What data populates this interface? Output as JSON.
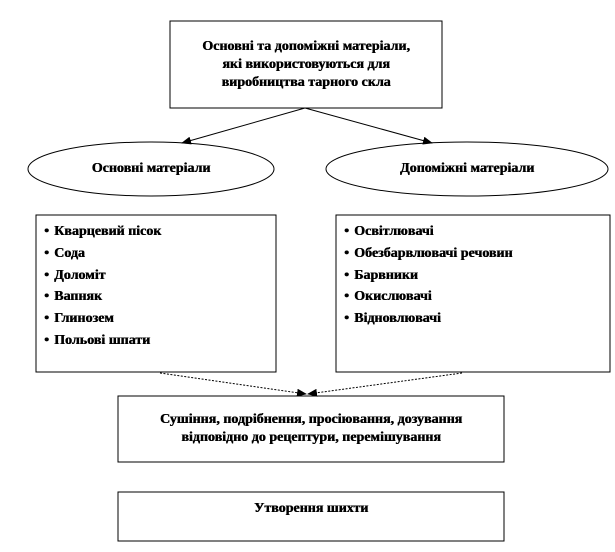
{
  "top_box": {
    "lines": [
      "Основні та допоміжні матеріали,",
      "які використовуються для",
      "виробництва тарного скла"
    ]
  },
  "left_ellipse": {
    "label": "Основні матеріали"
  },
  "right_ellipse": {
    "label": "Допоміжні матеріали"
  },
  "left_list": {
    "bullet": "•",
    "items": [
      "Кварцевий пісок",
      "Сода",
      "Доломіт",
      "Вапняк",
      "Глинозем",
      "Польові шпати"
    ]
  },
  "right_list": {
    "bullet": "•",
    "items": [
      "Освітлювачі",
      "Обезбарвлювачі речовин",
      "Барвники",
      "Окислювачі",
      "Відновлювачі"
    ]
  },
  "process_box": {
    "lines": [
      "Сушіння, подрібнення, просіювання, дозування",
      "відповідно до рецептури, перемішування"
    ]
  },
  "result_box": {
    "label": "Утворення шихти"
  },
  "colors": {
    "stroke": "#000000",
    "background": "#ffffff"
  }
}
